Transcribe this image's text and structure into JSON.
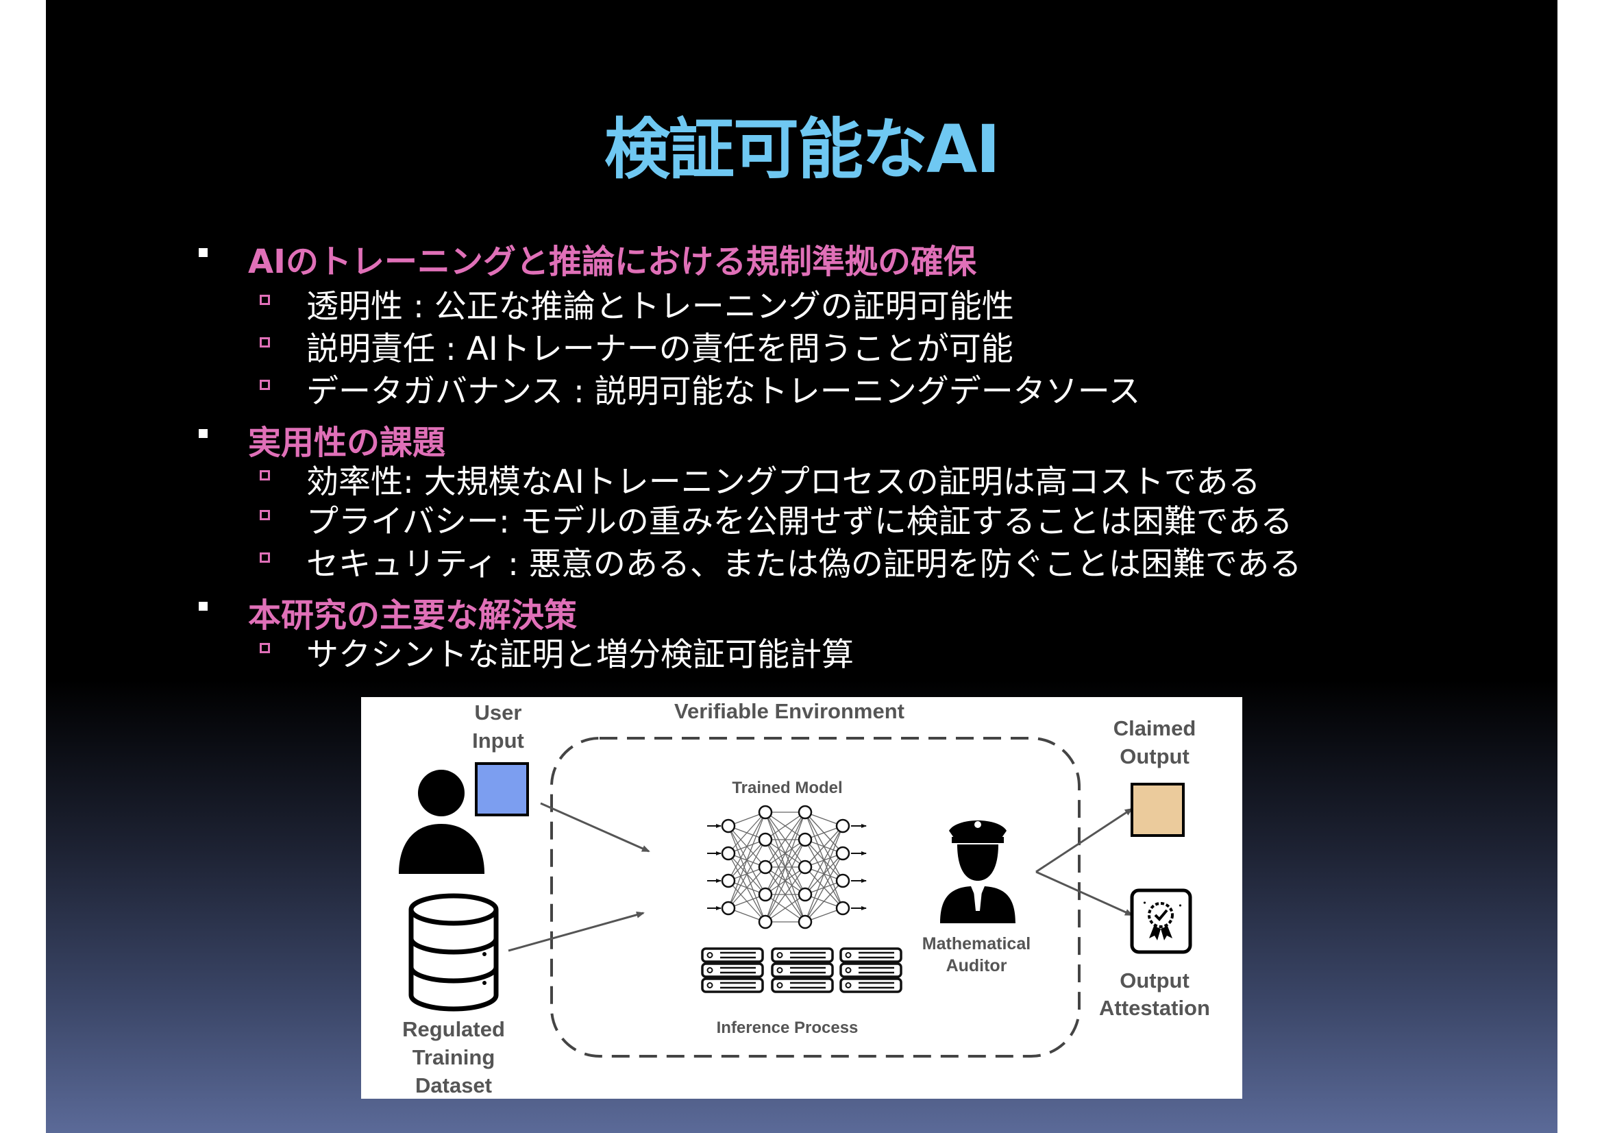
{
  "title": "検証可能なAI",
  "sections": [
    {
      "heading": "AIのトレーニングと推論における規制準拠の確保",
      "items": [
        "透明性 : 公正な推論とトレーニングの証明可能性",
        "説明責任 : AIトレーナーの責任を問うことが可能",
        "データガバナンス : 説明可能なトレーニングデータソース"
      ]
    },
    {
      "heading": "実用性の課題",
      "items": [
        "効率性: 大規模なAIトレーニングプロセスの証明は高コストである",
        "プライバシー: モデルの重みを公開せずに検証することは困難である",
        "セキュリティ : 悪意のある、または偽の証明を防ぐことは困難である"
      ]
    },
    {
      "heading": "本研究の主要な解決策",
      "items": [
        "サクシントな証明と増分検証可能計算"
      ]
    }
  ],
  "figure": {
    "user_input": [
      "User",
      "Input"
    ],
    "verifiable_environment": "Verifiable Environment",
    "trained_model": "Trained Model",
    "inference_process": "Inference Process",
    "auditor": [
      "Mathematical",
      "Auditor"
    ],
    "claimed_output": [
      "Claimed",
      "Output"
    ],
    "output_attestation": [
      "Output",
      "Attestation"
    ],
    "dataset": [
      "Regulated",
      "Training",
      "Dataset"
    ]
  },
  "colors": {
    "title": "#6fc8f2",
    "heading": "#e070b8",
    "input_box": "#7c9ef0",
    "output_box": "#ebcb9c"
  }
}
